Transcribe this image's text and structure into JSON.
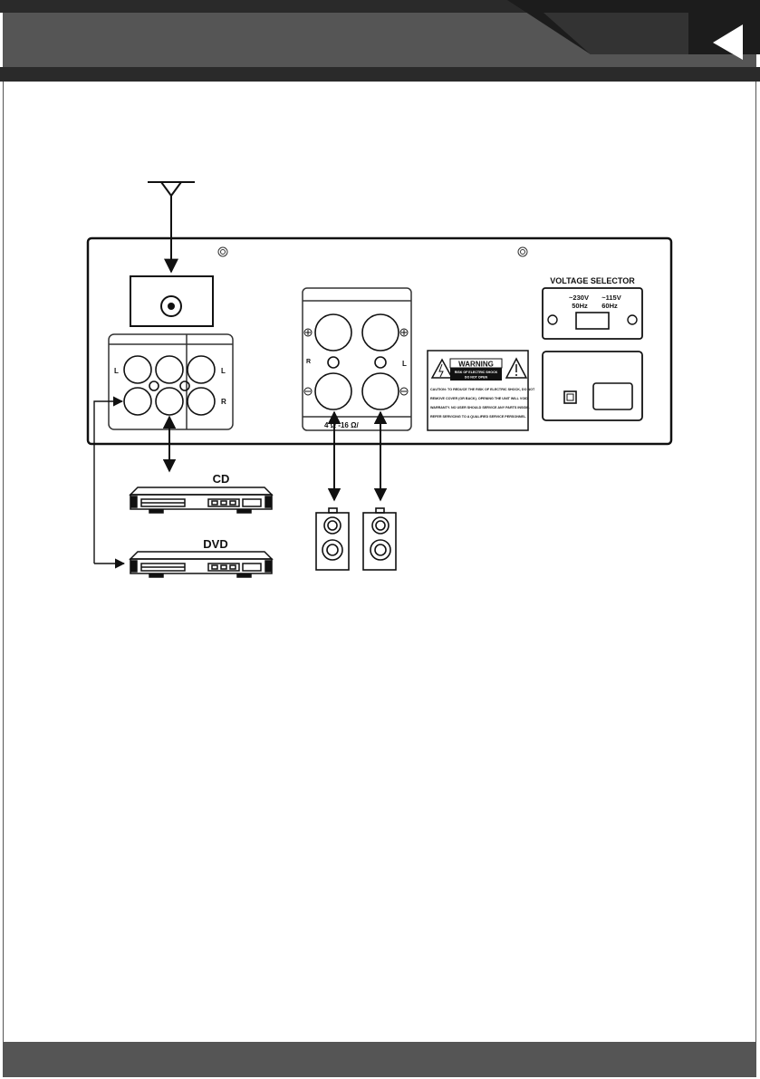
{
  "header": {
    "colors": {
      "dark": "#2a2a2a",
      "mid": "#555555",
      "corner": "#1c1c1c"
    },
    "back_icon": "triangle-left-icon"
  },
  "panel": {
    "voltage_selector": {
      "title": "VOLTAGE SELECTOR",
      "option_230": "~230V",
      "freq_230": "50Hz",
      "option_115": "~115V",
      "freq_115": "60Hz"
    },
    "aux_inputs": {
      "left": "L",
      "right": "R"
    },
    "speaker_terminals": {
      "right": "R",
      "left": "L",
      "impedance": "4 Ω -16 Ω/"
    },
    "warning": {
      "title": "WARNING",
      "subtitle_1": "RISK OF ELECTRIC SHOCK",
      "subtitle_2": "DO NOT OPEN",
      "text_lines": [
        "CAUTION: TO REDUCE THE RISK OF ELECTRIC SHOCK, DO NOT",
        "REMOVE COVER (OR BACK). OPENING THE UNIT WILL VOID",
        "WARRANTY. NO USER SHOULD SERVICE ANY PARTS INSIDE.",
        "REFER SERVICING TO A QUALIFIED SERVICE PERSONNEL."
      ]
    }
  },
  "devices": {
    "cd_label": "CD",
    "dvd_label": "DVD"
  },
  "footer": {
    "color": "#555555"
  }
}
